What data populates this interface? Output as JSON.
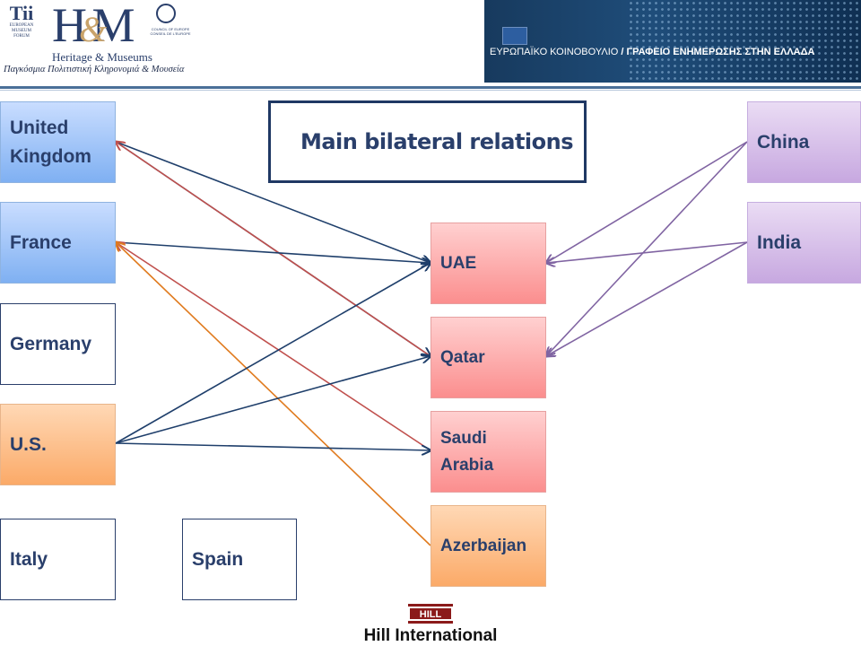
{
  "header": {
    "logo_mark": "H&M",
    "logo_name": "Heritage & Museums",
    "logo_subtitle": "Παγκόσμια Πολιτιστική Κληρονομιά & Μουσεία",
    "tii_mark": "Tii",
    "tii_text": "EUROPEAN MUSEUM FORUM",
    "coe_text": "COUNCIL OF EUROPE CONSEIL DE L'EUROPE",
    "banner_text_regular": "ΕΥΡΩΠΑΪΚΟ ΚΟΙΝΟΒΟΥΛΙΟ",
    "banner_text_bold": " / ΓΡΑΦΕΙΟ ΕΝΗΜΕΡΩΣΗΣ ΣΤΗΝ ΕΛΛΑΔΑ"
  },
  "title": "Main bilateral relations",
  "left_nodes": [
    {
      "id": "uk",
      "label": "United Kingdom",
      "style": "blue"
    },
    {
      "id": "france",
      "label": "France",
      "style": "blue"
    },
    {
      "id": "germany",
      "label": "Germany",
      "style": "white"
    },
    {
      "id": "us",
      "label": "U.S.",
      "style": "orange"
    },
    {
      "id": "italy",
      "label": "Italy",
      "style": "white"
    },
    {
      "id": "spain",
      "label": "Spain",
      "style": "white"
    }
  ],
  "middle_nodes": [
    {
      "id": "uae",
      "label": "UAE"
    },
    {
      "id": "qatar",
      "label": "Qatar"
    },
    {
      "id": "saudi",
      "label": "Saudi Arabia"
    },
    {
      "id": "azerbaijan",
      "label": "Azerbaijan"
    }
  ],
  "right_nodes": [
    {
      "id": "china",
      "label": "China"
    },
    {
      "id": "india",
      "label": "India"
    }
  ],
  "relations": [
    {
      "from": "uk",
      "to": "uae",
      "color": "#1f3f6b"
    },
    {
      "from": "uk",
      "to": "qatar",
      "color": "#1f3f6b"
    },
    {
      "from": "qatar",
      "to": "uk",
      "color": "#c0504d"
    },
    {
      "from": "france",
      "to": "uae",
      "color": "#1f3f6b"
    },
    {
      "from": "saudi",
      "to": "france",
      "color": "#c0504d"
    },
    {
      "from": "azerbaijan",
      "to": "france",
      "color": "#e07b1f"
    },
    {
      "from": "us",
      "to": "uae",
      "color": "#1f3f6b"
    },
    {
      "from": "us",
      "to": "qatar",
      "color": "#1f3f6b"
    },
    {
      "from": "us",
      "to": "saudi",
      "color": "#1f3f6b"
    },
    {
      "from": "china",
      "to": "uae",
      "color": "#8064a2"
    },
    {
      "from": "china",
      "to": "qatar",
      "color": "#8064a2"
    },
    {
      "from": "india",
      "to": "uae",
      "color": "#8064a2"
    },
    {
      "from": "india",
      "to": "qatar",
      "color": "#8064a2"
    }
  ],
  "footer": {
    "logo_text": "HILL",
    "company": "Hill International"
  }
}
